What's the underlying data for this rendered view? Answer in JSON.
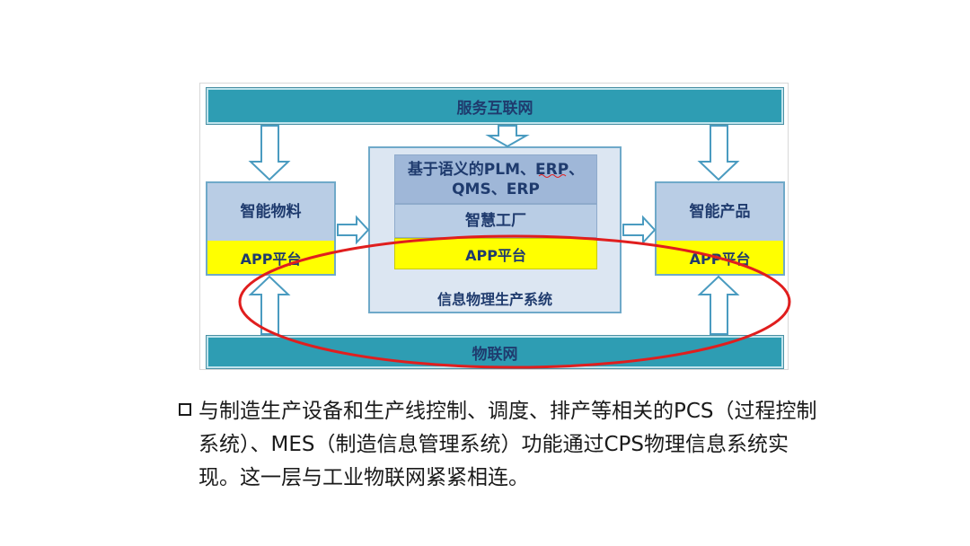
{
  "diagram": {
    "top_bar": "服务互联网",
    "bottom_bar": "物联网",
    "left": {
      "title": "智能物料",
      "app": "APP平台"
    },
    "center": {
      "top_label": "基于语义的PLM、ERP、QMS、ERP",
      "middle_label": "智慧工厂",
      "app": "APP平台",
      "caption": "信息物理生产系统"
    },
    "right": {
      "title": "智能产品",
      "app": "APP平台"
    },
    "colors": {
      "bar": "#2e9db3",
      "box_fill": "#dce6f2",
      "label_blue": "#b9cde5",
      "app_yellow": "#ffff00",
      "ellipse": "#e01e1e"
    }
  },
  "bullet": {
    "icon": "hollow-square-icon",
    "text": "与制造生产设备和生产线控制、调度、排产等相关的PCS（过程控制系统）、MES（制造信息管理系统）功能通过CPS物理信息系统实现。这一层与工业物联网紧紧相连。"
  }
}
